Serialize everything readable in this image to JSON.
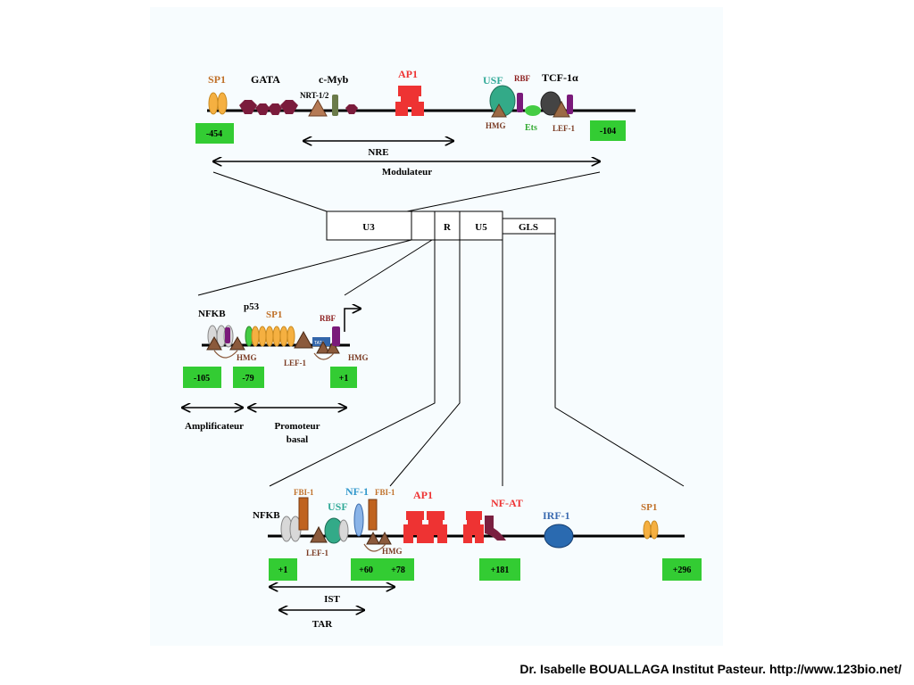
{
  "credit": "Dr. Isabelle BOUALLAGA Institut Pasteur. http://www.123bio.net/",
  "colors": {
    "line": "#000000",
    "box_green": "#33cc33",
    "sp1": "#f5b041",
    "gata": "#7b1c3c",
    "ap1": "#ee3333",
    "usf": "#33aa88",
    "rbf": "#7a1a7a",
    "lef": "#8b5a3c",
    "ets": "#44cc44",
    "tcf": "#444444",
    "irf": "#2a6ab0",
    "nf1": "#4a90d9",
    "nfat": "#7a2040",
    "tbp": "#3366aa"
  },
  "modulator": {
    "labels": {
      "sp1": "SP1",
      "gata": "GATA",
      "cmyb": "c-Myb",
      "nrt": "NRT-1/2",
      "ap1": "AP1",
      "usf": "USF",
      "rbf": "RBF",
      "tcf": "TCF-1α",
      "hmg": "HMG",
      "ets": "Ets",
      "lef": "LEF-1"
    },
    "positions": [
      "-454",
      "-104"
    ],
    "nre_label": "NRE",
    "modulateur_label": "Modulateur"
  },
  "ltr": {
    "segments": [
      "U3",
      "R",
      "U5",
      "GLS"
    ]
  },
  "promoter": {
    "labels": {
      "nfkb": "NFKB",
      "p53": "p53",
      "sp1": "SP1",
      "rbf": "RBF",
      "hmg_left": "HMG",
      "lef": "LEF-1",
      "hmg_right": "HMG",
      "tata": "TATA"
    },
    "positions": [
      "-105",
      "-79",
      "+1"
    ],
    "amplificateur_label": "Amplificateur",
    "promoteur_label_1": "Promoteur",
    "promoteur_label_2": "basal"
  },
  "leader": {
    "labels": {
      "nfkb": "NFKB",
      "fbi1_a": "FBI-1",
      "usf": "USF",
      "nf1": "NF-1",
      "fbi1_b": "FBI-1",
      "ap1": "AP1",
      "nfat": "NF-AT",
      "irf1": "IRF-1",
      "sp1": "SP1",
      "lef": "LEF-1",
      "hmg": "HMG"
    },
    "positions": [
      "+1",
      "+60",
      "+78",
      "+181",
      "+296"
    ],
    "ist_label": "IST",
    "tar_label": "TAR"
  }
}
